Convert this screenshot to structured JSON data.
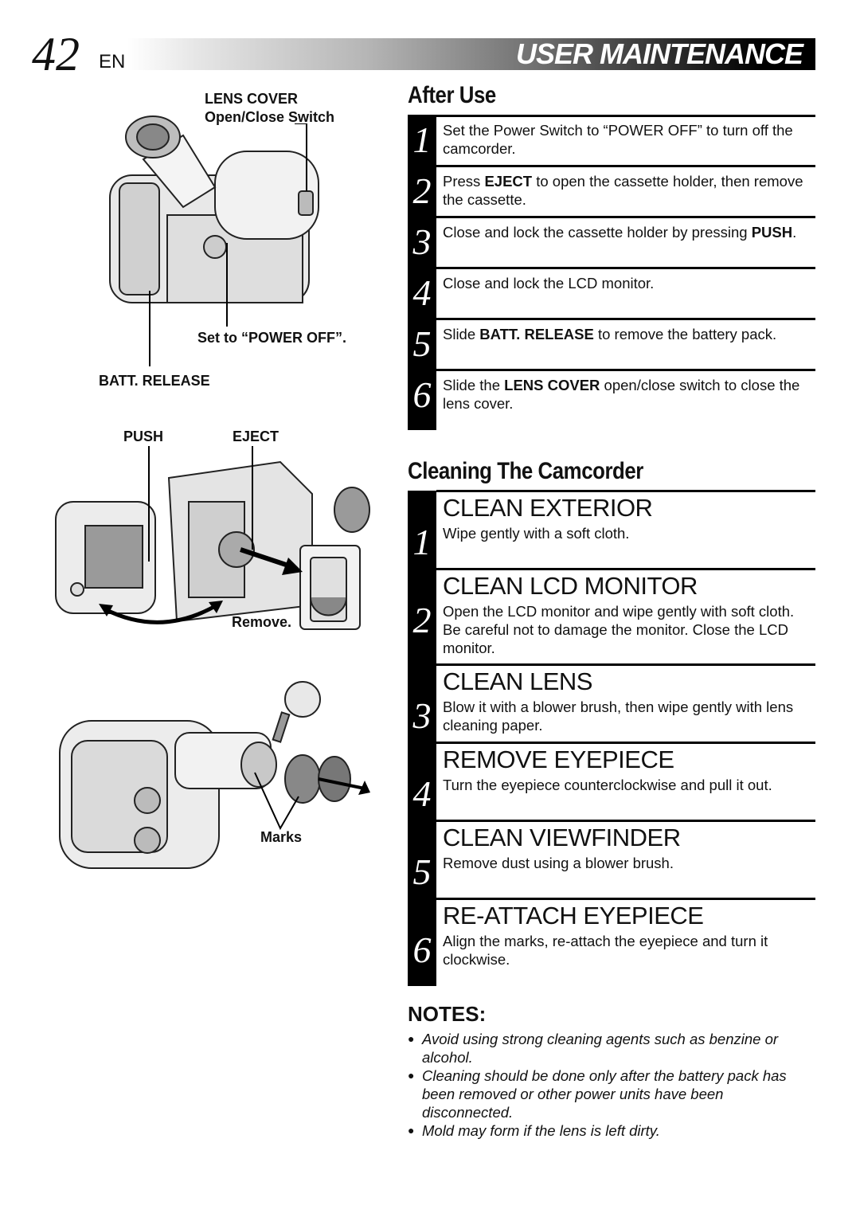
{
  "header": {
    "page_number": "42",
    "language": "EN",
    "title": "USER MAINTENANCE"
  },
  "illustrations": {
    "fig1": {
      "lens_cover": "LENS COVER",
      "open_close_switch": "Open/Close Switch",
      "set_power_off": "Set to “POWER OFF”.",
      "batt_release": "BATT. RELEASE"
    },
    "fig2": {
      "push": "PUSH",
      "eject": "EJECT",
      "remove": "Remove."
    },
    "fig3": {
      "marks": "Marks"
    }
  },
  "after_use": {
    "heading": "After Use",
    "steps": [
      {
        "num": "1",
        "pre": "Set the Power Switch to “POWER OFF” to turn off the camcorder.",
        "bold": "",
        "post": ""
      },
      {
        "num": "2",
        "pre": "Press ",
        "bold": "EJECT",
        "post": " to open the cassette holder, then remove the cassette."
      },
      {
        "num": "3",
        "pre": "Close and lock the cassette holder by pressing ",
        "bold": "PUSH",
        "post": "."
      },
      {
        "num": "4",
        "pre": "Close and lock the LCD monitor.",
        "bold": "",
        "post": ""
      },
      {
        "num": "5",
        "pre": "Slide ",
        "bold": "BATT. RELEASE",
        "post": " to remove the battery pack."
      },
      {
        "num": "6",
        "pre": "Slide the ",
        "bold": "LENS COVER",
        "post": " open/close switch to close the lens cover."
      }
    ]
  },
  "cleaning": {
    "heading": "Cleaning The Camcorder",
    "steps": [
      {
        "num": "1",
        "title": "CLEAN EXTERIOR",
        "text": "Wipe gently with a soft cloth."
      },
      {
        "num": "2",
        "title": "CLEAN LCD MONITOR",
        "text": "Open the LCD monitor and wipe gently with soft cloth. Be careful not to damage the monitor. Close the LCD monitor."
      },
      {
        "num": "3",
        "title": "CLEAN LENS",
        "text": "Blow it with a blower brush, then wipe gently with lens cleaning paper."
      },
      {
        "num": "4",
        "title": "REMOVE EYEPIECE",
        "text": "Turn the eyepiece counterclockwise and pull it out."
      },
      {
        "num": "5",
        "title": "CLEAN VIEWFINDER",
        "text": "Remove dust using a blower brush."
      },
      {
        "num": "6",
        "title": "RE-ATTACH EYEPIECE",
        "text": "Align the marks, re-attach the eyepiece and turn it clockwise."
      }
    ]
  },
  "notes": {
    "heading": "NOTES:",
    "bullet": "●",
    "items": [
      "Avoid using strong cleaning agents such as benzine or alcohol.",
      "Cleaning should be done only after the battery pack has been removed or other power units have been disconnected.",
      "Mold may form if the lens is left dirty."
    ]
  }
}
